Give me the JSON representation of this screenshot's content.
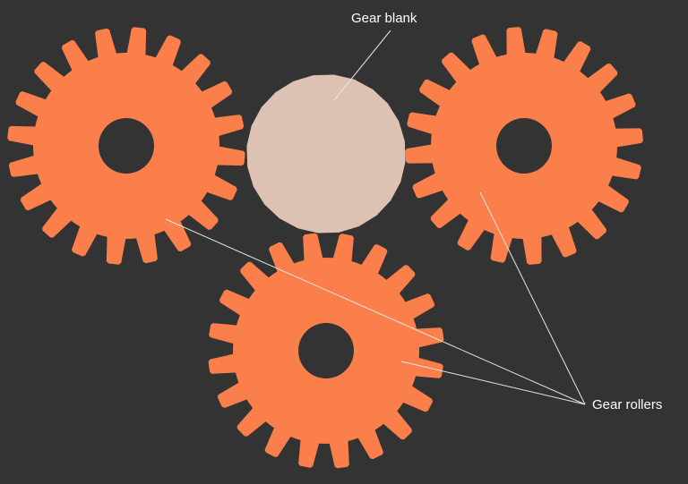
{
  "labels": {
    "gear_blank": "Gear blank",
    "gear_rollers": "Gear rollers"
  },
  "colors": {
    "background": "#333333",
    "roller_fill": "#FA7F4A",
    "blank_fill": "#DDC1B3",
    "leader_line": "#E6E6E6",
    "label_text": "#FFFFFF"
  },
  "parts": {
    "rollers": [
      {
        "name": "roller-top-left",
        "teeth": 20
      },
      {
        "name": "roller-top-right",
        "teeth": 20
      },
      {
        "name": "roller-bottom",
        "teeth": 20
      }
    ],
    "blank": {
      "name": "gear-blank",
      "sides": 24
    }
  }
}
